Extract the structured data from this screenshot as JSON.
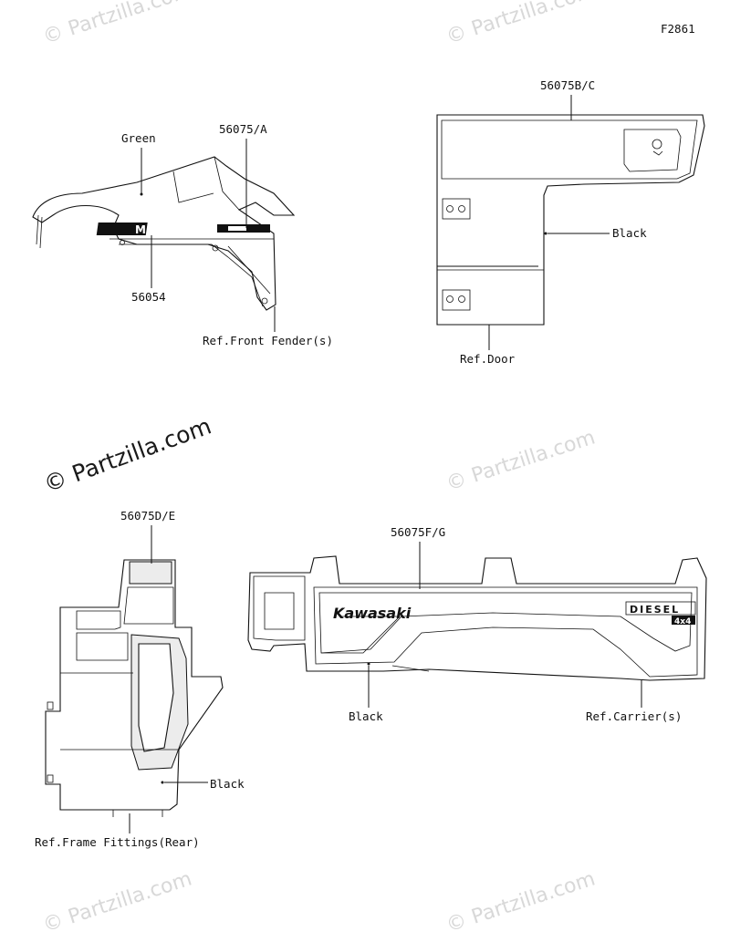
{
  "figure_id": "F2861",
  "watermark": "© Partzilla.com",
  "callouts": {
    "fender": {
      "color": "Green",
      "part_decal_a": "56075/A",
      "part_mule": "56054",
      "ref": "Ref.Front Fender(s)"
    },
    "door": {
      "part": "56075B/C",
      "color": "Black",
      "ref": "Ref.Door"
    },
    "frame": {
      "part": "56075D/E",
      "color": "Black",
      "ref": "Ref.Frame Fittings(Rear)"
    },
    "carrier": {
      "part": "56075F/G",
      "color": "Black",
      "ref": "Ref.Carrier(s)"
    }
  },
  "decal_text": {
    "mule": "MULE",
    "brand": "Kawasaki",
    "engine": "DIESEL",
    "drive": "4x4"
  }
}
